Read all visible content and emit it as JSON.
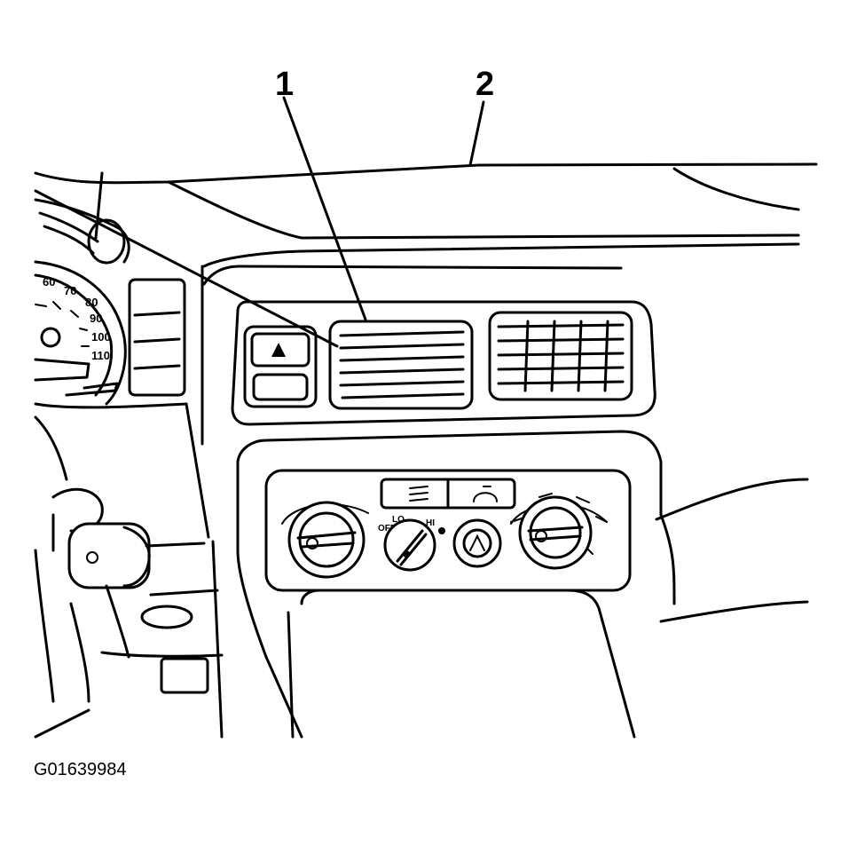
{
  "callouts": [
    {
      "id": "1"
    },
    {
      "id": "2"
    }
  ],
  "figure_id": "G01639984",
  "gauge_labels": [
    "60",
    "70",
    "80",
    "90",
    "100",
    "110"
  ],
  "control_labels": {
    "off": "OFF",
    "lo": "LO",
    "hi": "HI"
  },
  "icons": {
    "hazard": "hazard-triangle-icon",
    "fan": "fan-icon",
    "recirc": "recirculation-icon"
  }
}
